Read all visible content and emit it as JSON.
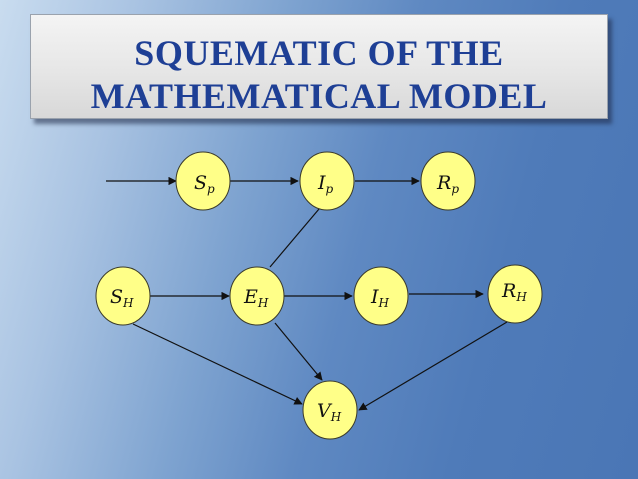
{
  "title": {
    "line1": "SQUEMATIC OF THE",
    "line2": "MATHEMATICAL MODEL"
  },
  "colors": {
    "node_fill": "#ffff88",
    "node_stroke": "#3a3a2a",
    "title_text": "#1e3f95",
    "edge": "#111111"
  },
  "nodes": {
    "Sp": {
      "main": "S",
      "sub": "p"
    },
    "Ip": {
      "main": "I",
      "sub": "p"
    },
    "Rp": {
      "main": "R",
      "sub": "p"
    },
    "SH": {
      "main": "S",
      "sub": "H"
    },
    "EH": {
      "main": "E",
      "sub": "H"
    },
    "IH": {
      "main": "I",
      "sub": "H"
    },
    "RH": {
      "main": "R",
      "sub": "H"
    },
    "VH": {
      "main": "V",
      "sub": "H"
    }
  },
  "edges": [
    {
      "from": "external",
      "to": "Sp",
      "arrow": true
    },
    {
      "from": "Sp",
      "to": "Ip",
      "arrow": true
    },
    {
      "from": "Ip",
      "to": "Rp",
      "arrow": true
    },
    {
      "from": "Ip",
      "to": "EH",
      "arrow": false
    },
    {
      "from": "SH",
      "to": "EH",
      "arrow": true
    },
    {
      "from": "EH",
      "to": "IH",
      "arrow": true
    },
    {
      "from": "IH",
      "to": "RH",
      "arrow": true
    },
    {
      "from": "SH",
      "to": "VH",
      "arrow": true
    },
    {
      "from": "EH",
      "to": "VH",
      "arrow": true
    },
    {
      "from": "RH",
      "to": "VH",
      "arrow": true
    }
  ]
}
